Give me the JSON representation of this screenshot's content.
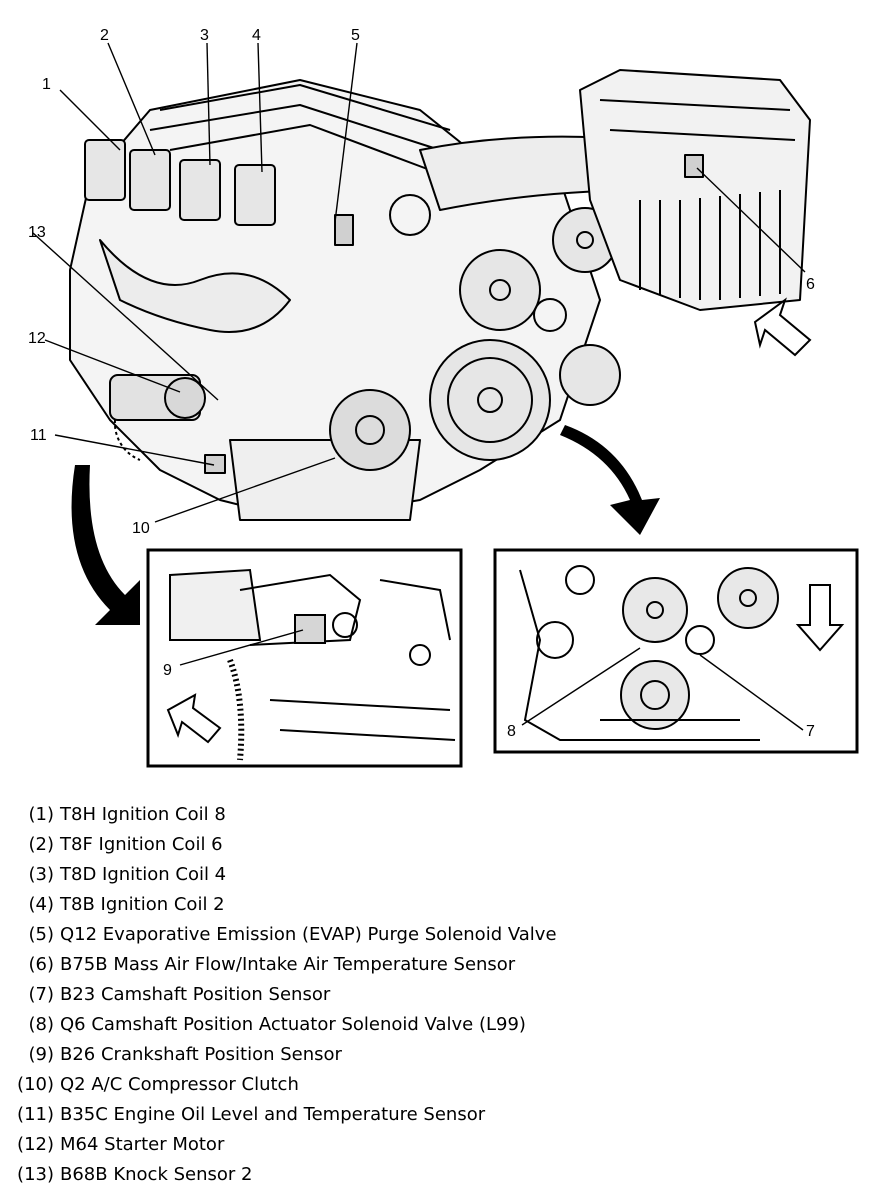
{
  "callouts": [
    "1",
    "2",
    "3",
    "4",
    "5",
    "6",
    "7",
    "8",
    "9",
    "10",
    "11",
    "12",
    "13"
  ],
  "legend": [
    {
      "num": "(1)",
      "text": "T8H Ignition Coil 8"
    },
    {
      "num": "(2)",
      "text": "T8F Ignition Coil 6"
    },
    {
      "num": "(3)",
      "text": "T8D Ignition Coil 4"
    },
    {
      "num": "(4)",
      "text": "T8B Ignition Coil 2"
    },
    {
      "num": "(5)",
      "text": "Q12 Evaporative Emission (EVAP) Purge Solenoid Valve"
    },
    {
      "num": "(6)",
      "text": "B75B Mass Air Flow/Intake Air Temperature Sensor"
    },
    {
      "num": "(7)",
      "text": "B23 Camshaft Position Sensor"
    },
    {
      "num": "(8)",
      "text": "Q6 Camshaft Position Actuator Solenoid Valve (L99)"
    },
    {
      "num": "(9)",
      "text": "B26 Crankshaft Position Sensor"
    },
    {
      "num": "(10)",
      "text": "Q2 A/C Compressor Clutch"
    },
    {
      "num": "(11)",
      "text": "B35C Engine Oil Level and Temperature Sensor"
    },
    {
      "num": "(12)",
      "text": "M64 Starter Motor"
    },
    {
      "num": "(13)",
      "text": "B68B Knock Sensor 2"
    }
  ]
}
